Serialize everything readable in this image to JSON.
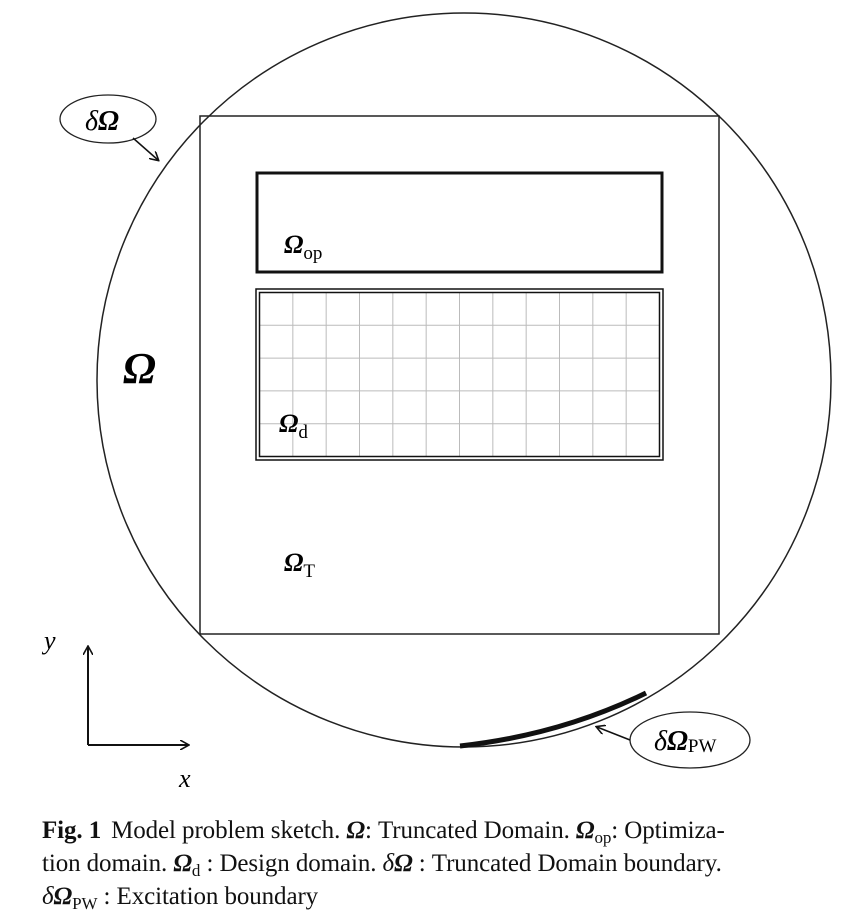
{
  "diagram": {
    "outer_domain_label": "Ω",
    "boundary_label": {
      "prefix": "δ",
      "symbol": "Ω"
    },
    "optimization_label": {
      "symbol": "Ω",
      "subscript": "op"
    },
    "design_label": {
      "symbol": "Ω",
      "subscript": "d"
    },
    "truncated_label": {
      "symbol": "Ω",
      "subscript": "T"
    },
    "excitation_label": {
      "prefix": "δ",
      "symbol": "Ω",
      "subscript": "PW"
    },
    "axis_x": "x",
    "axis_y": "y",
    "grid": {
      "cols": 12,
      "rows": 5
    }
  },
  "caption": {
    "fig_label": "Fig. 1",
    "t1": "Model problem sketch.",
    "sym_omega": "Ω",
    "t2": ": Truncated Domain.",
    "sub_op": "op",
    "t3": ": Optimiza-",
    "t4": "tion domain.",
    "sub_d": "d",
    "t5": " : Design domain.",
    "delta": "δ",
    "t6": " : Truncated Domain boundary.",
    "sub_pw": "PW",
    "t7": " : Excitation boundary"
  }
}
